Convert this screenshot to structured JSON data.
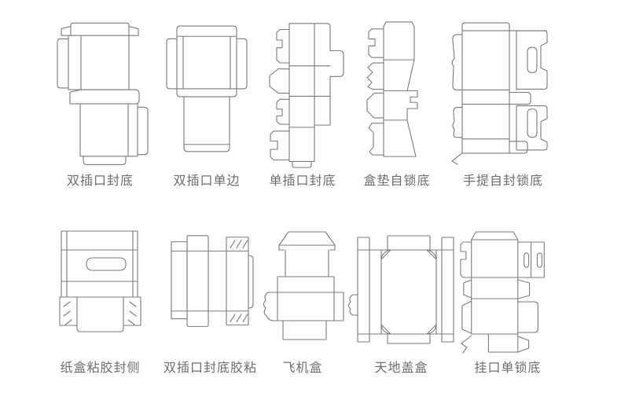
{
  "palette": {
    "background": "#ffffff",
    "dieline_stroke": "#7b7b7b",
    "label_text": "#6e6e6e"
  },
  "diagrams": [
    {
      "label": "双插口封底"
    },
    {
      "label": "双插口单边"
    },
    {
      "label": "单插口封底"
    },
    {
      "label": "盒垫自锁底"
    },
    {
      "label": "手提自封锁底"
    },
    {
      "label": "纸盒粘胶封侧"
    },
    {
      "label": "双插口封底胶粘"
    },
    {
      "label": "飞机盒"
    },
    {
      "label": "天地盖盒"
    },
    {
      "label": "挂口单锁底"
    }
  ]
}
